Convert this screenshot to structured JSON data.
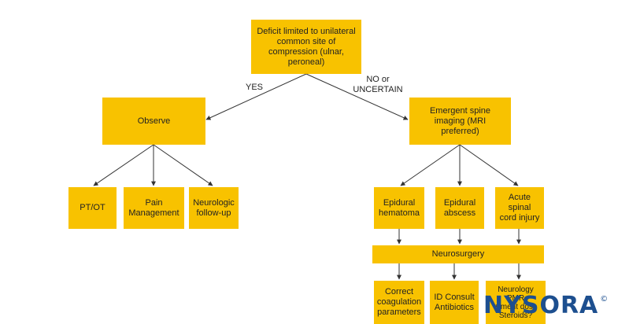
{
  "nodes": {
    "root": "Deficit limited to unilateral\ncommon site of\ncompression (ulnar,\nperoneal)",
    "observe": "Observe",
    "imaging": "Emergent spine\nimaging (MRI\npreferred)",
    "ptot": "PT/OT",
    "pain": "Pain\nManagement",
    "neuro_followup": "Neurologic\nfollow-up",
    "hematoma": "Epidural\nhematoma",
    "abscess": "Epidural\nabscess",
    "cord": "Acute spinal\ncord injury",
    "neurosurgery": "Neurosurgery",
    "coag": "Correct\ncoagulation\nparameters",
    "id": "ID Consult\nAntibiotics",
    "neurology": "Neurology\nPMR\n± ment dose\nSteroids?"
  },
  "edge_labels": {
    "yes": "YES",
    "no": "NO or\nUNCERTAIN"
  },
  "logo": {
    "text": "NYSORA",
    "mark": "©"
  },
  "colors": {
    "box": "#f8c200",
    "line": "#333333",
    "logo": "#1d4f8f"
  }
}
